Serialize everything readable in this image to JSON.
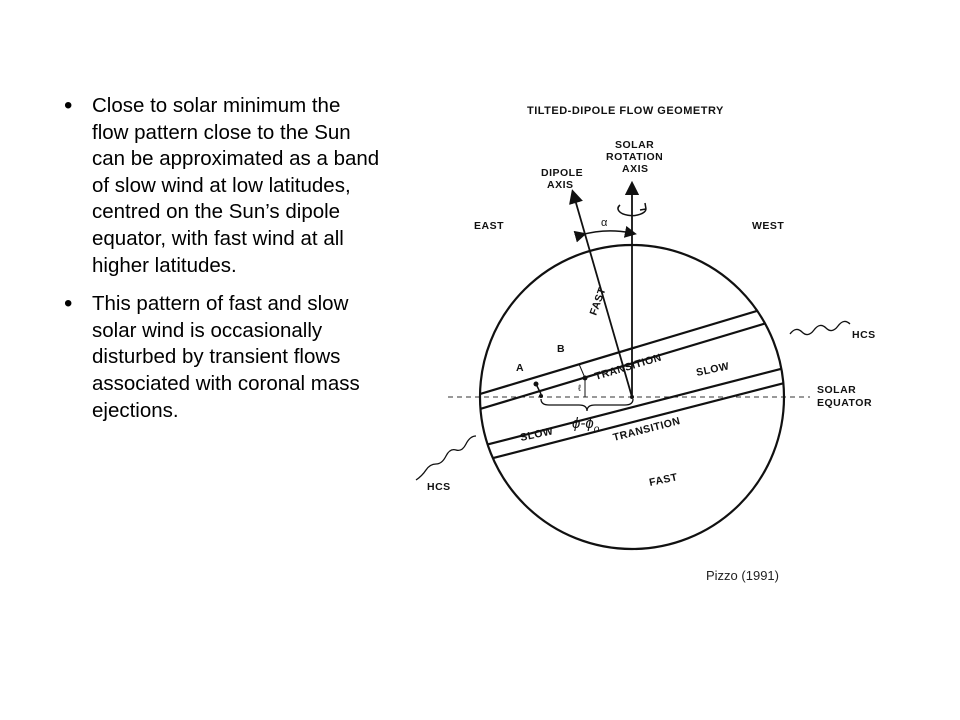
{
  "bullets": [
    "Close to solar minimum the flow pattern close to the Sun can be approximated as a band of slow wind at low latitudes, centred on the Sun’s dipole equator, with fast wind at all higher latitudes.",
    "This pattern of fast and slow solar wind is occasionally disturbed by transient flows associated with coronal mass ejections."
  ],
  "diagram": {
    "title": "TILTED-DIPOLE FLOW GEOMETRY",
    "dipole_axis": [
      "DIPOLE",
      "AXIS"
    ],
    "rotation_axis": [
      "SOLAR",
      "ROTATION",
      "AXIS"
    ],
    "east": "EAST",
    "west": "WEST",
    "alpha": "α",
    "fast_top": "FAST",
    "transition_top": "TRANSITION",
    "slow_right": "SLOW",
    "slow_left": "SLOW",
    "transition_bottom": "TRANSITION",
    "fast_bottom": "FAST",
    "hcs_right": "HCS",
    "hcs_left": "HCS",
    "solar_equator": [
      "SOLAR",
      "EQUATOR"
    ],
    "point_a": "A",
    "point_b": "B",
    "l_label": "ℓ",
    "phi_label": "ϕ-ϕ",
    "phi_sub": "o"
  },
  "citation": "Pizzo (1991)"
}
